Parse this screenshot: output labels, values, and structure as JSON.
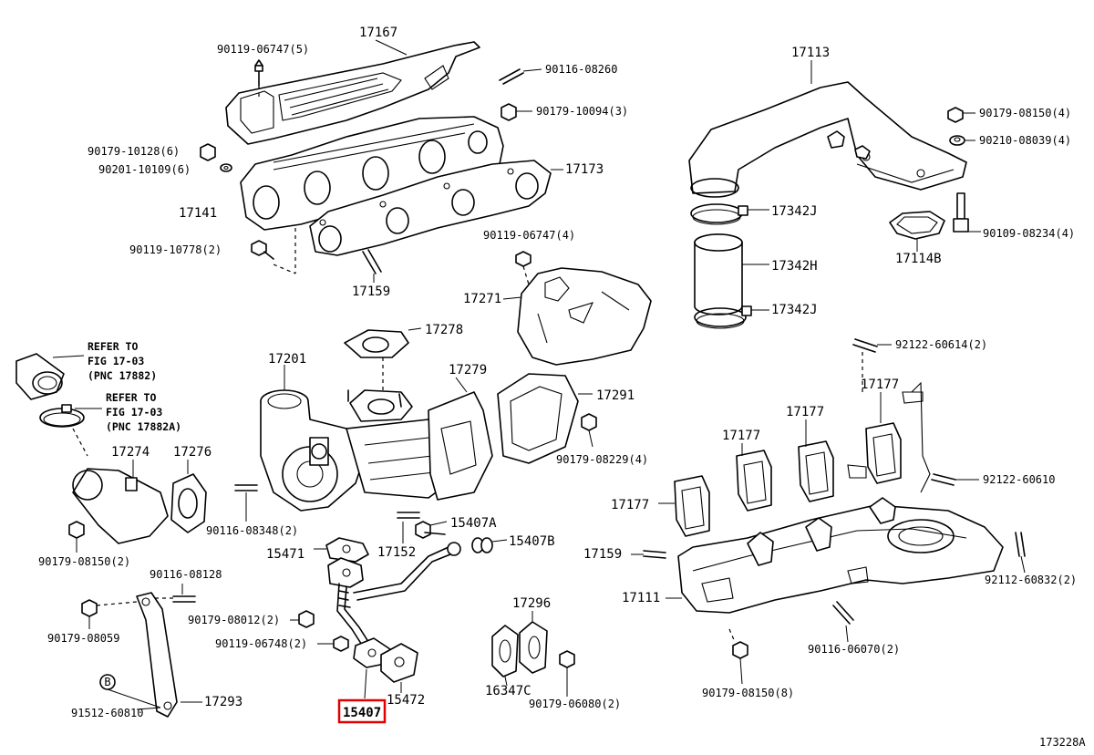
{
  "diagram_id": "173228A",
  "highlight_part": "15407",
  "labels": {
    "p17167": "17167",
    "p90119_06747_5": "90119-06747(5)",
    "p90116_08260": "90116-08260",
    "p90179_10094_3": "90179-10094(3)",
    "p90179_10128_6": "90179-10128(6)",
    "p90201_10109_6": "90201-10109(6)",
    "p17173": "17173",
    "p17141": "17141",
    "p90119_10778_2": "90119-10778(2)",
    "p90119_06747_4": "90119-06747(4)",
    "p17159a": "17159",
    "p17271": "17271",
    "p17278": "17278",
    "p17201": "17201",
    "p17279": "17279",
    "p17291": "17291",
    "p90179_08229_4": "90179-08229(4)",
    "p17274": "17274",
    "p17276": "17276",
    "p90116_08348_2": "90116-08348(2)",
    "p90179_08150_2": "90179-08150(2)",
    "p15407A": "15407A",
    "p15407B": "15407B",
    "p15471": "15471",
    "p17152": "17152",
    "p90116_08128": "90116-08128",
    "p90179_08059": "90179-08059",
    "p90179_08012_2": "90179-08012(2)",
    "p90119_06748_2": "90119-06748(2)",
    "p17296": "17296",
    "p91512_60810": "91512-60810",
    "p17293": "17293",
    "p15472": "15472",
    "p15407": "15407",
    "p16347C": "16347C",
    "p90179_06080_2": "90179-06080(2)",
    "p17113": "17113",
    "p90179_08150_4": "90179-08150(4)",
    "p90210_08039_4": "90210-08039(4)",
    "p17342J_a": "17342J",
    "p17342H": "17342H",
    "p17342J_b": "17342J",
    "p90109_08234_4": "90109-08234(4)",
    "p17114B": "17114B",
    "p92122_60614_2": "92122-60614(2)",
    "p17177a": "17177",
    "p17177b": "17177",
    "p17177c": "17177",
    "p17177d": "17177",
    "p92122_60610": "92122-60610",
    "p17159b": "17159",
    "p92112_60832_2": "92112-60832(2)",
    "p17111": "17111",
    "p90116_06070_2": "90116-06070(2)",
    "p90179_08150_8": "90179-08150(8)",
    "circle_b": "B",
    "ref1_l1": "REFER TO",
    "ref1_l2": "FIG 17-03",
    "ref1_l3": "(PNC 17882)",
    "ref2_l1": "REFER TO",
    "ref2_l2": "FIG 17-03",
    "ref2_l3": "(PNC 17882A)"
  }
}
